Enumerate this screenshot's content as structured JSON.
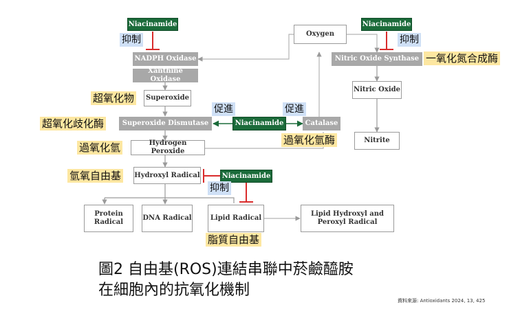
{
  "nodes": {
    "niacinamide": "Niacinamide",
    "oxygen": "Oxygen",
    "nadph_oxidase": "NADPH Oxidase",
    "xanthine_oxidase": "Xanthine Oxidase",
    "superoxide": "Superoxide",
    "superoxide_dismutase": "Superoxide Dismutase",
    "catalase": "Catalase",
    "hydrogen_peroxide": "Hydrogen Peroxide",
    "hydroxyl_radical": "Hydroxyl Radical",
    "protein_radical_line1": "Protein",
    "protein_radical_line2": "Radical",
    "dna_radical": "DNA Radical",
    "lipid_radical": "Lipid Radical",
    "lipid_hydroxyl_line1": "Lipid Hydroxyl and",
    "lipid_hydroxyl_line2": "Peroxyl Radical",
    "nitric_oxide_synthase": "Nitric Oxide Synthase",
    "nitric_oxide": "Nitric Oxide",
    "nitrite": "Nitrite"
  },
  "labels": {
    "inhibit": "抑制",
    "promote": "促進",
    "superoxide_zh": "超氧化物",
    "sod_zh": "超氧化歧化酶",
    "hydrogen_peroxide_zh": "過氧化氫",
    "hydroxyl_radical_zh": "氫氧自由基",
    "catalase_zh": "過氧化氫酶",
    "lipid_radical_zh": "脂質自由基",
    "nos_zh": "一氧化氮合成酶"
  },
  "caption": {
    "line1": "圖2 自由基(ROS)連結串聯中菸鹼醯胺",
    "line2": "在細胞內的抗氧化機制"
  },
  "source": "資料來源: Antioxidants 2024, 13, 425",
  "colors": {
    "niacinamide_green": "#1b6b3a",
    "enzyme_gray": "#a8a8a8",
    "inhibit_red": "#d92b2b",
    "promote_green": "#1b6b3a",
    "label_yellow": "#fde7a1",
    "label_blue": "#cfe0f6"
  }
}
